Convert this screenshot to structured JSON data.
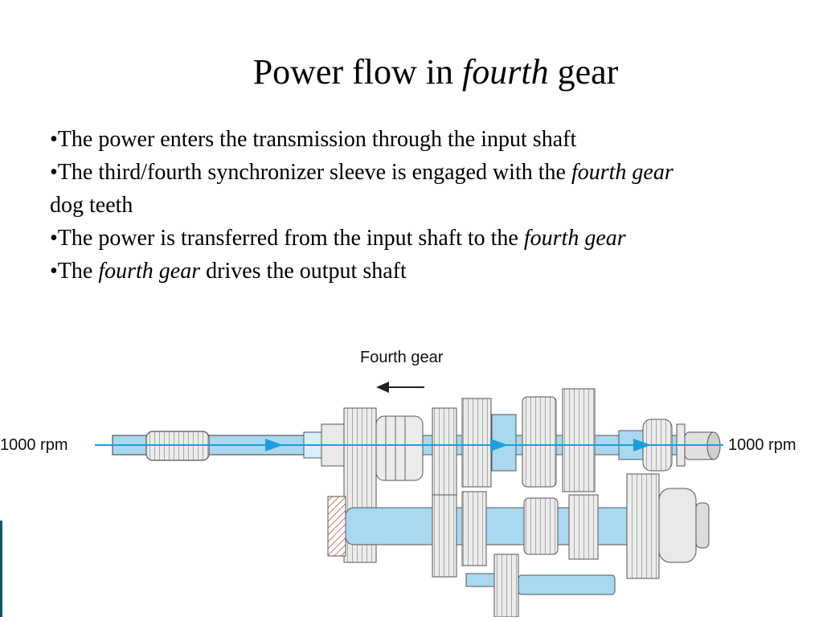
{
  "title": {
    "prefix": "Power flow in ",
    "emph": "fourth",
    "suffix": " gear"
  },
  "bullets": [
    {
      "parts": [
        {
          "t": "•The power enters the transmission through the input shaft",
          "i": false
        }
      ]
    },
    {
      "parts": [
        {
          "t": "•The third/fourth synchronizer sleeve is engaged with the ",
          "i": false
        },
        {
          "t": "fourth gear",
          "i": true
        }
      ]
    },
    {
      "parts": [
        {
          "t": "dog teeth",
          "i": false
        }
      ]
    },
    {
      "parts": [
        {
          "t": "•The power is transferred from the input shaft to the ",
          "i": false
        },
        {
          "t": "fourth gear",
          "i": true
        }
      ]
    },
    {
      "parts": [
        {
          "t": "•The ",
          "i": false
        },
        {
          "t": "fourth gear",
          "i": true
        },
        {
          "t": " drives the output shaft",
          "i": false
        }
      ]
    }
  ],
  "diagram": {
    "gear_label": "Fourth gear",
    "input_rpm": "1000 rpm",
    "output_rpm": "1000 rpm"
  },
  "colors": {
    "shaft": "#a9d8f0",
    "flow": "#1aa0dc",
    "gear": "#e9e9e9",
    "outline": "#555555",
    "rail": "#0f5b66"
  }
}
